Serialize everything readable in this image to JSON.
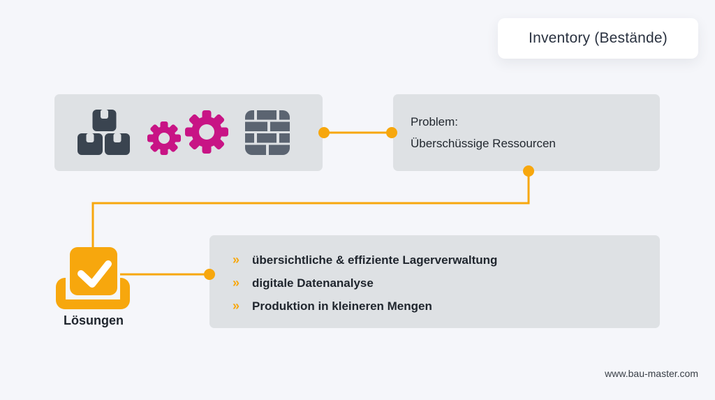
{
  "title": {
    "label": "Inventory (Bestände)"
  },
  "icons_card": {
    "icons": [
      "stacked-boxes-icon",
      "gears-icon",
      "brick-wall-icon"
    ]
  },
  "problem_card": {
    "line1": "Problem:",
    "line2": "Überschüssige Ressourcen"
  },
  "solutions": {
    "label": "Lösungen",
    "bullet": "»",
    "items": [
      "übersichtliche & effiziente Lagerverwaltung",
      "digitale Datenanalyse",
      "Produktion in kleineren Mengen"
    ]
  },
  "footer": {
    "website": "www.bau-master.com"
  },
  "colors": {
    "background": "#F5F6FA",
    "card": "#DEE1E4",
    "accent": "#F7A70D",
    "magenta": "#C81485",
    "slate": "#3A4450",
    "brick_gray": "#5B6471",
    "text": "#23282F"
  }
}
